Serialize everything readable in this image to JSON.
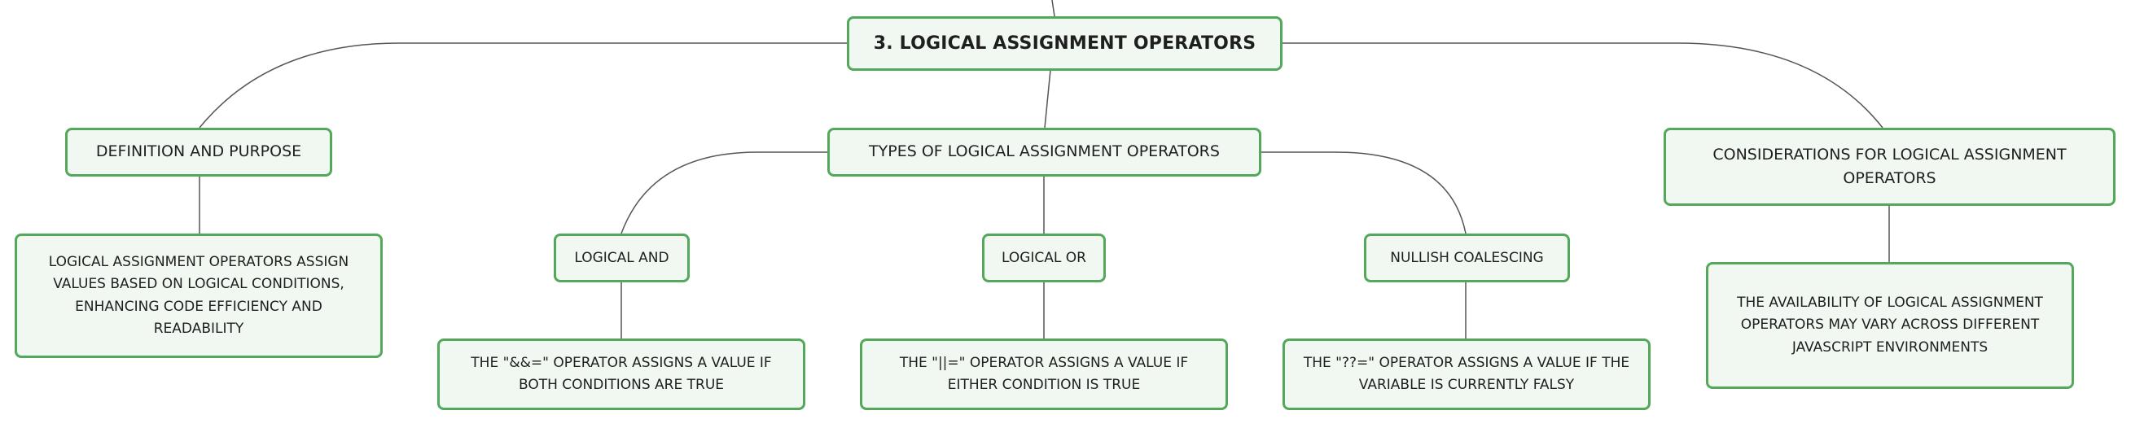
{
  "root": {
    "title": "3. LOGICAL ASSIGNMENT OPERATORS"
  },
  "branches": {
    "definition": {
      "label": "DEFINITION AND PURPOSE",
      "detail": "LOGICAL ASSIGNMENT OPERATORS ASSIGN VALUES BASED ON LOGICAL CONDITIONS, ENHANCING CODE EFFICIENCY AND READABILITY"
    },
    "types": {
      "label": "TYPES OF LOGICAL ASSIGNMENT OPERATORS",
      "children": [
        {
          "label": "LOGICAL AND",
          "detail": "THE \"&&=\" OPERATOR ASSIGNS A VALUE IF BOTH CONDITIONS ARE TRUE"
        },
        {
          "label": "LOGICAL OR",
          "detail": "THE \"||=\" OPERATOR ASSIGNS A VALUE IF EITHER CONDITION IS TRUE"
        },
        {
          "label": "NULLISH COALESCING",
          "detail": "THE \"??=\" OPERATOR ASSIGNS A VALUE IF THE VARIABLE IS CURRENTLY FALSY"
        }
      ]
    },
    "considerations": {
      "label": "CONSIDERATIONS FOR LOGICAL ASSIGNMENT OPERATORS",
      "detail": "THE AVAILABILITY OF LOGICAL ASSIGNMENT OPERATORS MAY VARY ACROSS DIFFERENT JAVASCRIPT ENVIRONMENTS"
    }
  },
  "colors": {
    "border": "#53a85b",
    "fill": "#f1f8f2",
    "line": "#555555",
    "text": "#1f1f1f"
  }
}
